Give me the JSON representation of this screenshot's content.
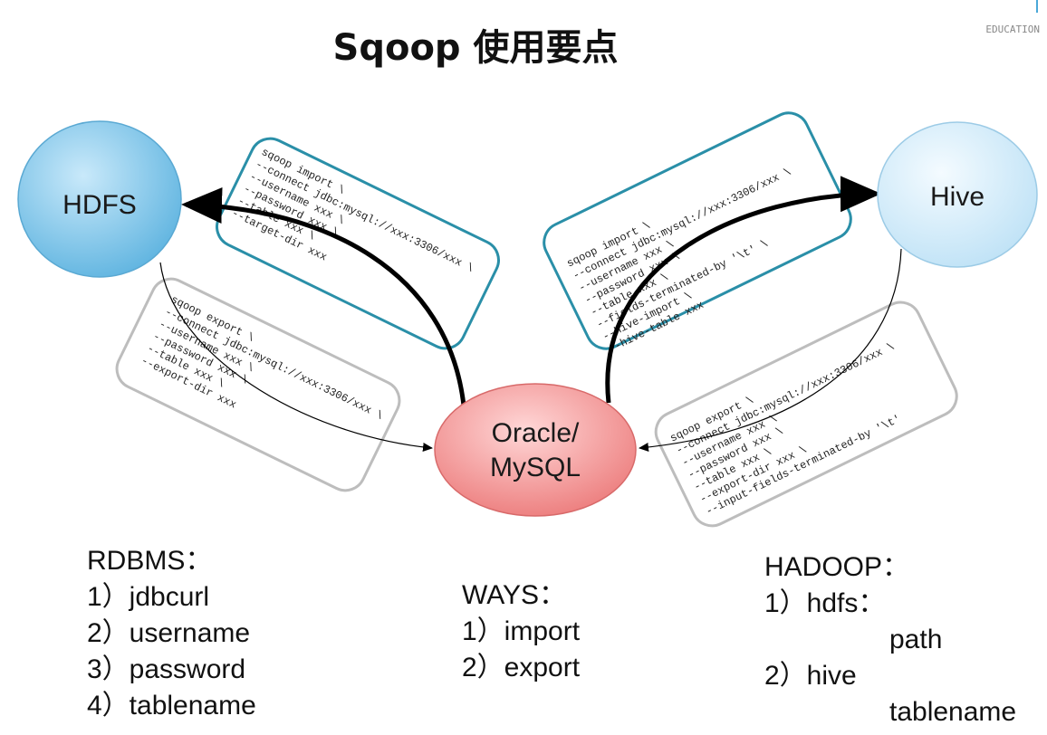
{
  "title": "Sqoop 使用要点",
  "brand": "EDUCATION",
  "nodes": {
    "hdfs": "HDFS",
    "hive": "Hive",
    "rdb_line1": "Oracle/",
    "rdb_line2": "MySQL"
  },
  "colors": {
    "teal_box": "#2a8fa8",
    "gray_box": "#b8b8b8",
    "blue_node": "#74c2ea",
    "light_blue_node": "#d8eefa",
    "red_node": "#f08a8a"
  },
  "code_blocks": {
    "hdfs_import": [
      "sqoop import \\",
      "--connect jdbc:mysql://xxx:3306/xxx \\",
      "--username xxx \\",
      "--password xxx \\",
      "--table xxx \\",
      "--target-dir xxx"
    ],
    "hdfs_export": [
      "sqoop export \\",
      "--connect jdbc:mysql://xxx:3306/xxx \\",
      "--username xxx \\",
      "--password xxx \\",
      "--table xxx \\",
      "--export-dir xxx"
    ],
    "hive_import": [
      "sqoop import \\",
      "--connect jdbc:mysql://xxx:3306/xxx \\",
      "--username xxx \\",
      "--password xxx \\",
      "--table xxx \\",
      "--fields-terminated-by '\\t' \\",
      "--hive-import \\",
      "--hive-table xxx"
    ],
    "hive_export": [
      "sqoop export \\",
      "--connect jdbc:mysql://xxx:3306/xxx \\",
      "--username xxx \\",
      "--password xxx \\",
      "--table xxx \\",
      "--export-dir xxx \\",
      "--input-fields-terminated-by '\\t'"
    ]
  },
  "rdbms": {
    "heading": "RDBMS：",
    "items": [
      "1）jdbcurl",
      "2）username",
      "3）password",
      "4）tablename"
    ]
  },
  "ways": {
    "heading": "WAYS：",
    "items": [
      "1）import",
      "2）export"
    ]
  },
  "hadoop": {
    "heading": "HADOOP：",
    "item1": "1）hdfs：",
    "item1_sub": "path",
    "item2": "2）hive",
    "item2_sub": "tablename"
  }
}
